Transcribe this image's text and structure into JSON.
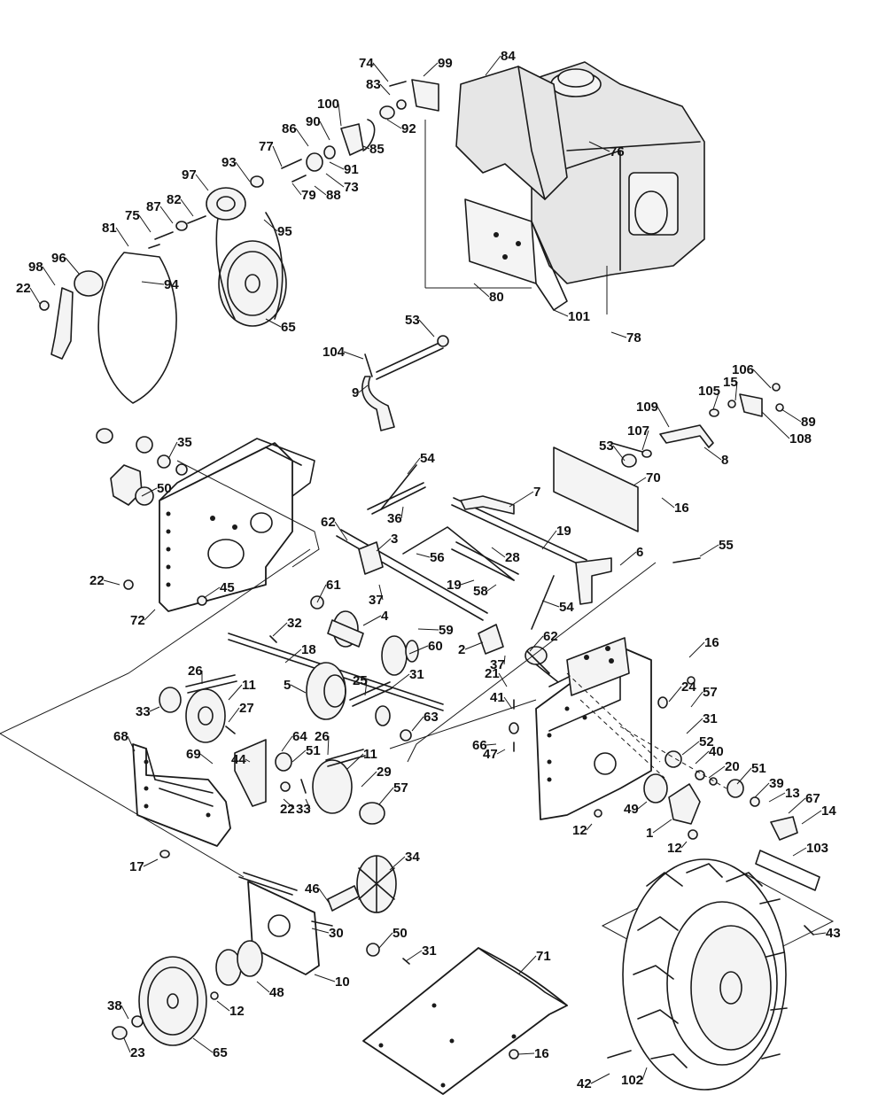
{
  "diagram": {
    "callouts": [
      {
        "label": "74"
      },
      {
        "label": "99"
      },
      {
        "label": "84"
      },
      {
        "label": "83"
      },
      {
        "label": "100"
      },
      {
        "label": "90"
      },
      {
        "label": "92"
      },
      {
        "label": "86"
      },
      {
        "label": "85"
      },
      {
        "label": "77"
      },
      {
        "label": "91"
      },
      {
        "label": "76"
      },
      {
        "label": "93"
      },
      {
        "label": "73"
      },
      {
        "label": "97"
      },
      {
        "label": "79"
      },
      {
        "label": "88"
      },
      {
        "label": "82"
      },
      {
        "label": "87"
      },
      {
        "label": "75"
      },
      {
        "label": "81"
      },
      {
        "label": "95"
      },
      {
        "label": "96"
      },
      {
        "label": "98"
      },
      {
        "label": "94"
      },
      {
        "label": "22"
      },
      {
        "label": "80"
      },
      {
        "label": "65"
      },
      {
        "label": "101"
      },
      {
        "label": "78"
      },
      {
        "label": "53"
      },
      {
        "label": "104"
      },
      {
        "label": "106"
      },
      {
        "label": "9"
      },
      {
        "label": "15"
      },
      {
        "label": "105"
      },
      {
        "label": "89"
      },
      {
        "label": "109"
      },
      {
        "label": "108"
      },
      {
        "label": "107"
      },
      {
        "label": "53"
      },
      {
        "label": "8"
      },
      {
        "label": "35"
      },
      {
        "label": "54"
      },
      {
        "label": "70"
      },
      {
        "label": "50"
      },
      {
        "label": "7"
      },
      {
        "label": "36"
      },
      {
        "label": "16"
      },
      {
        "label": "62"
      },
      {
        "label": "19"
      },
      {
        "label": "3"
      },
      {
        "label": "28"
      },
      {
        "label": "56"
      },
      {
        "label": "6"
      },
      {
        "label": "55"
      },
      {
        "label": "22"
      },
      {
        "label": "37"
      },
      {
        "label": "19"
      },
      {
        "label": "58"
      },
      {
        "label": "45"
      },
      {
        "label": "61"
      },
      {
        "label": "54"
      },
      {
        "label": "72"
      },
      {
        "label": "4"
      },
      {
        "label": "59"
      },
      {
        "label": "32"
      },
      {
        "label": "62"
      },
      {
        "label": "2"
      },
      {
        "label": "37"
      },
      {
        "label": "60"
      },
      {
        "label": "16"
      },
      {
        "label": "18"
      },
      {
        "label": "26"
      },
      {
        "label": "25"
      },
      {
        "label": "11"
      },
      {
        "label": "5"
      },
      {
        "label": "21"
      },
      {
        "label": "24"
      },
      {
        "label": "31"
      },
      {
        "label": "57"
      },
      {
        "label": "33"
      },
      {
        "label": "27"
      },
      {
        "label": "41"
      },
      {
        "label": "31"
      },
      {
        "label": "63"
      },
      {
        "label": "68"
      },
      {
        "label": "64"
      },
      {
        "label": "26"
      },
      {
        "label": "52"
      },
      {
        "label": "66"
      },
      {
        "label": "40"
      },
      {
        "label": "44"
      },
      {
        "label": "51"
      },
      {
        "label": "11"
      },
      {
        "label": "47"
      },
      {
        "label": "69"
      },
      {
        "label": "20"
      },
      {
        "label": "51"
      },
      {
        "label": "29"
      },
      {
        "label": "39"
      },
      {
        "label": "22"
      },
      {
        "label": "33"
      },
      {
        "label": "57"
      },
      {
        "label": "13"
      },
      {
        "label": "67"
      },
      {
        "label": "49"
      },
      {
        "label": "14"
      },
      {
        "label": "12"
      },
      {
        "label": "1"
      },
      {
        "label": "12"
      },
      {
        "label": "103"
      },
      {
        "label": "17"
      },
      {
        "label": "34"
      },
      {
        "label": "46"
      },
      {
        "label": "30"
      },
      {
        "label": "43"
      },
      {
        "label": "50"
      },
      {
        "label": "31"
      },
      {
        "label": "71"
      },
      {
        "label": "10"
      },
      {
        "label": "48"
      },
      {
        "label": "38"
      },
      {
        "label": "12"
      },
      {
        "label": "16"
      },
      {
        "label": "23"
      },
      {
        "label": "65"
      },
      {
        "label": "42"
      },
      {
        "label": "102"
      }
    ]
  }
}
